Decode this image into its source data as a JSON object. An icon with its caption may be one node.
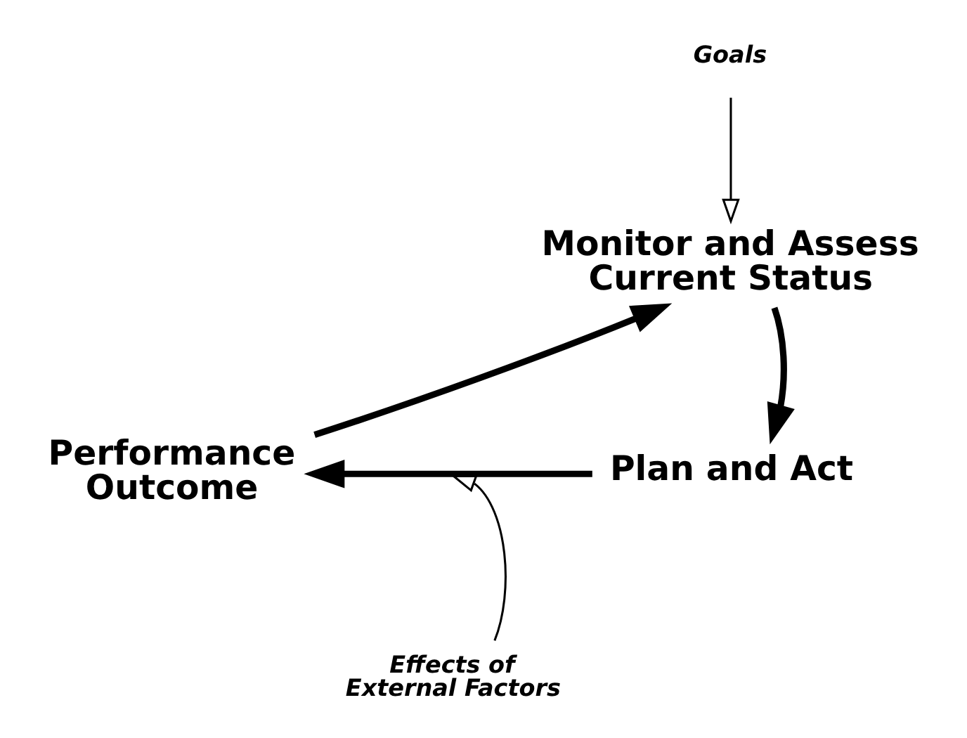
{
  "diagram": {
    "nodes": [
      {
        "text": [
          "Goals"
        ]
      },
      {
        "text": [
          "Monitor and Assess Current Status"
        ]
      },
      {
        "text": [
          "Plan and Act"
        ]
      },
      {
        "text": [
          "Performance Outcome"
        ]
      },
      {
        "text": [
          "Effects of External Factors"
        ]
      }
    ],
    "edges": [
      {
        "from": 0,
        "to": 1,
        "arrow": "to"
      },
      {
        "from": 1,
        "to": 2,
        "arrow": "to"
      },
      {
        "from": 2,
        "to": 3,
        "arrow": "to"
      },
      {
        "from": 3,
        "to": 1,
        "arrow": "to"
      },
      {
        "from": 4,
        "to": null,
        "arrow": "to"
      }
    ]
  }
}
